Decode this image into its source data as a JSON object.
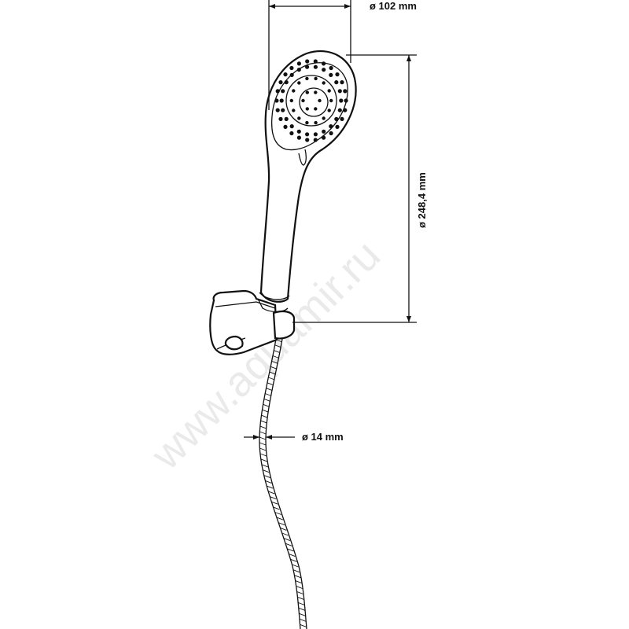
{
  "dimensions": {
    "head_diameter": "ø 102 mm",
    "total_length": "ø 248,4 mm",
    "hose_diameter": "ø 14 mm"
  },
  "watermark": "www.aquamir.ru",
  "colors": {
    "line": "#111111",
    "watermark": "#d9d9d9",
    "background": "#ffffff"
  }
}
